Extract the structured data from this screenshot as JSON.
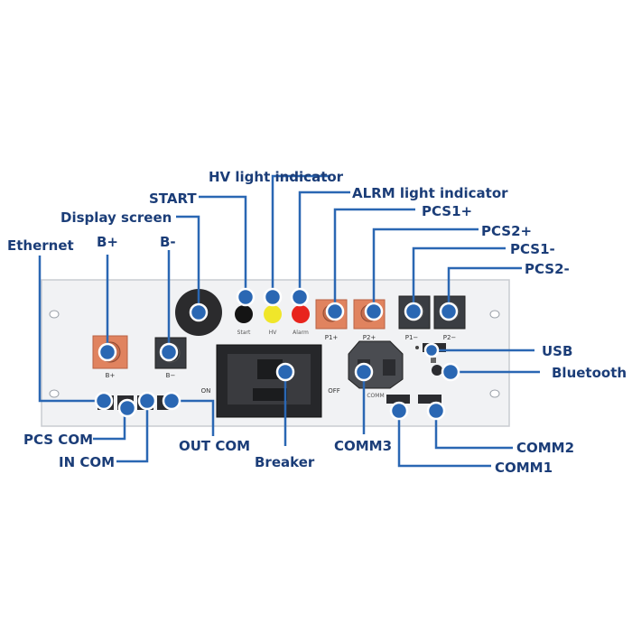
{
  "labels": {
    "hv_light_indicator": "HV light indicator",
    "alrm_light_indicator": "ALRM light indicator",
    "start": "START",
    "display_screen": "Display screen",
    "pcs1_plus": "PCS1+",
    "pcs2_plus": "PCS2+",
    "pcs1_minus": "PCS1-",
    "pcs2_minus": "PCS2-",
    "ethernet": "Ethernet",
    "b_plus": "B+",
    "b_minus": "B-",
    "usb": "USB",
    "bluetooth": "Bluetooth",
    "pcs_com": "PCS COM",
    "in_com": "IN COM",
    "out_com": "OUT COM",
    "breaker": "Breaker",
    "comm3": "COMM3",
    "comm2": "COMM2",
    "comm1": "COMM1"
  },
  "panel_text": {
    "b_plus": "B+",
    "b_minus": "B−",
    "p1_plus": "P1+",
    "p2_plus": "P2+",
    "p1_minus": "P1−",
    "p2_minus": "P2−",
    "on": "ON",
    "off": "OFF",
    "start": "Start",
    "hv": "HV",
    "alarm": "Alarm",
    "comm": "COMM"
  },
  "colors": {
    "lead": "#2a67b3",
    "label": "#1b3d78",
    "copper": "#e0835f",
    "panel": "#f1f2f4"
  }
}
